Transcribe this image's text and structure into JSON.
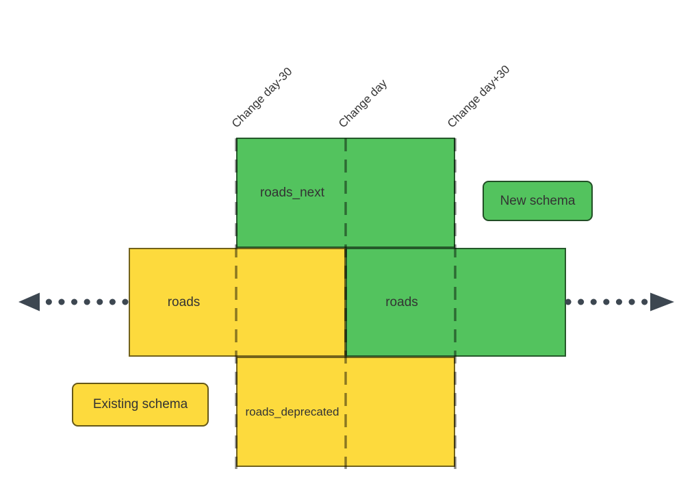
{
  "diagram": {
    "timeline": {
      "labels": [
        "Change day-30",
        "Change day",
        "Change day+30"
      ]
    },
    "boxes": {
      "roads_next": {
        "label": "roads_next"
      },
      "roads_existing": {
        "label": "roads"
      },
      "roads_new": {
        "label": "roads"
      },
      "roads_deprecated": {
        "label": "roads_deprecated"
      }
    },
    "legend": {
      "new_schema": {
        "label": "New schema"
      },
      "existing_schema": {
        "label": "Existing schema"
      }
    },
    "colors": {
      "green": "#53c35e",
      "yellow": "#fdda3d",
      "arrow": "#3d4751",
      "text": "#333333"
    }
  }
}
